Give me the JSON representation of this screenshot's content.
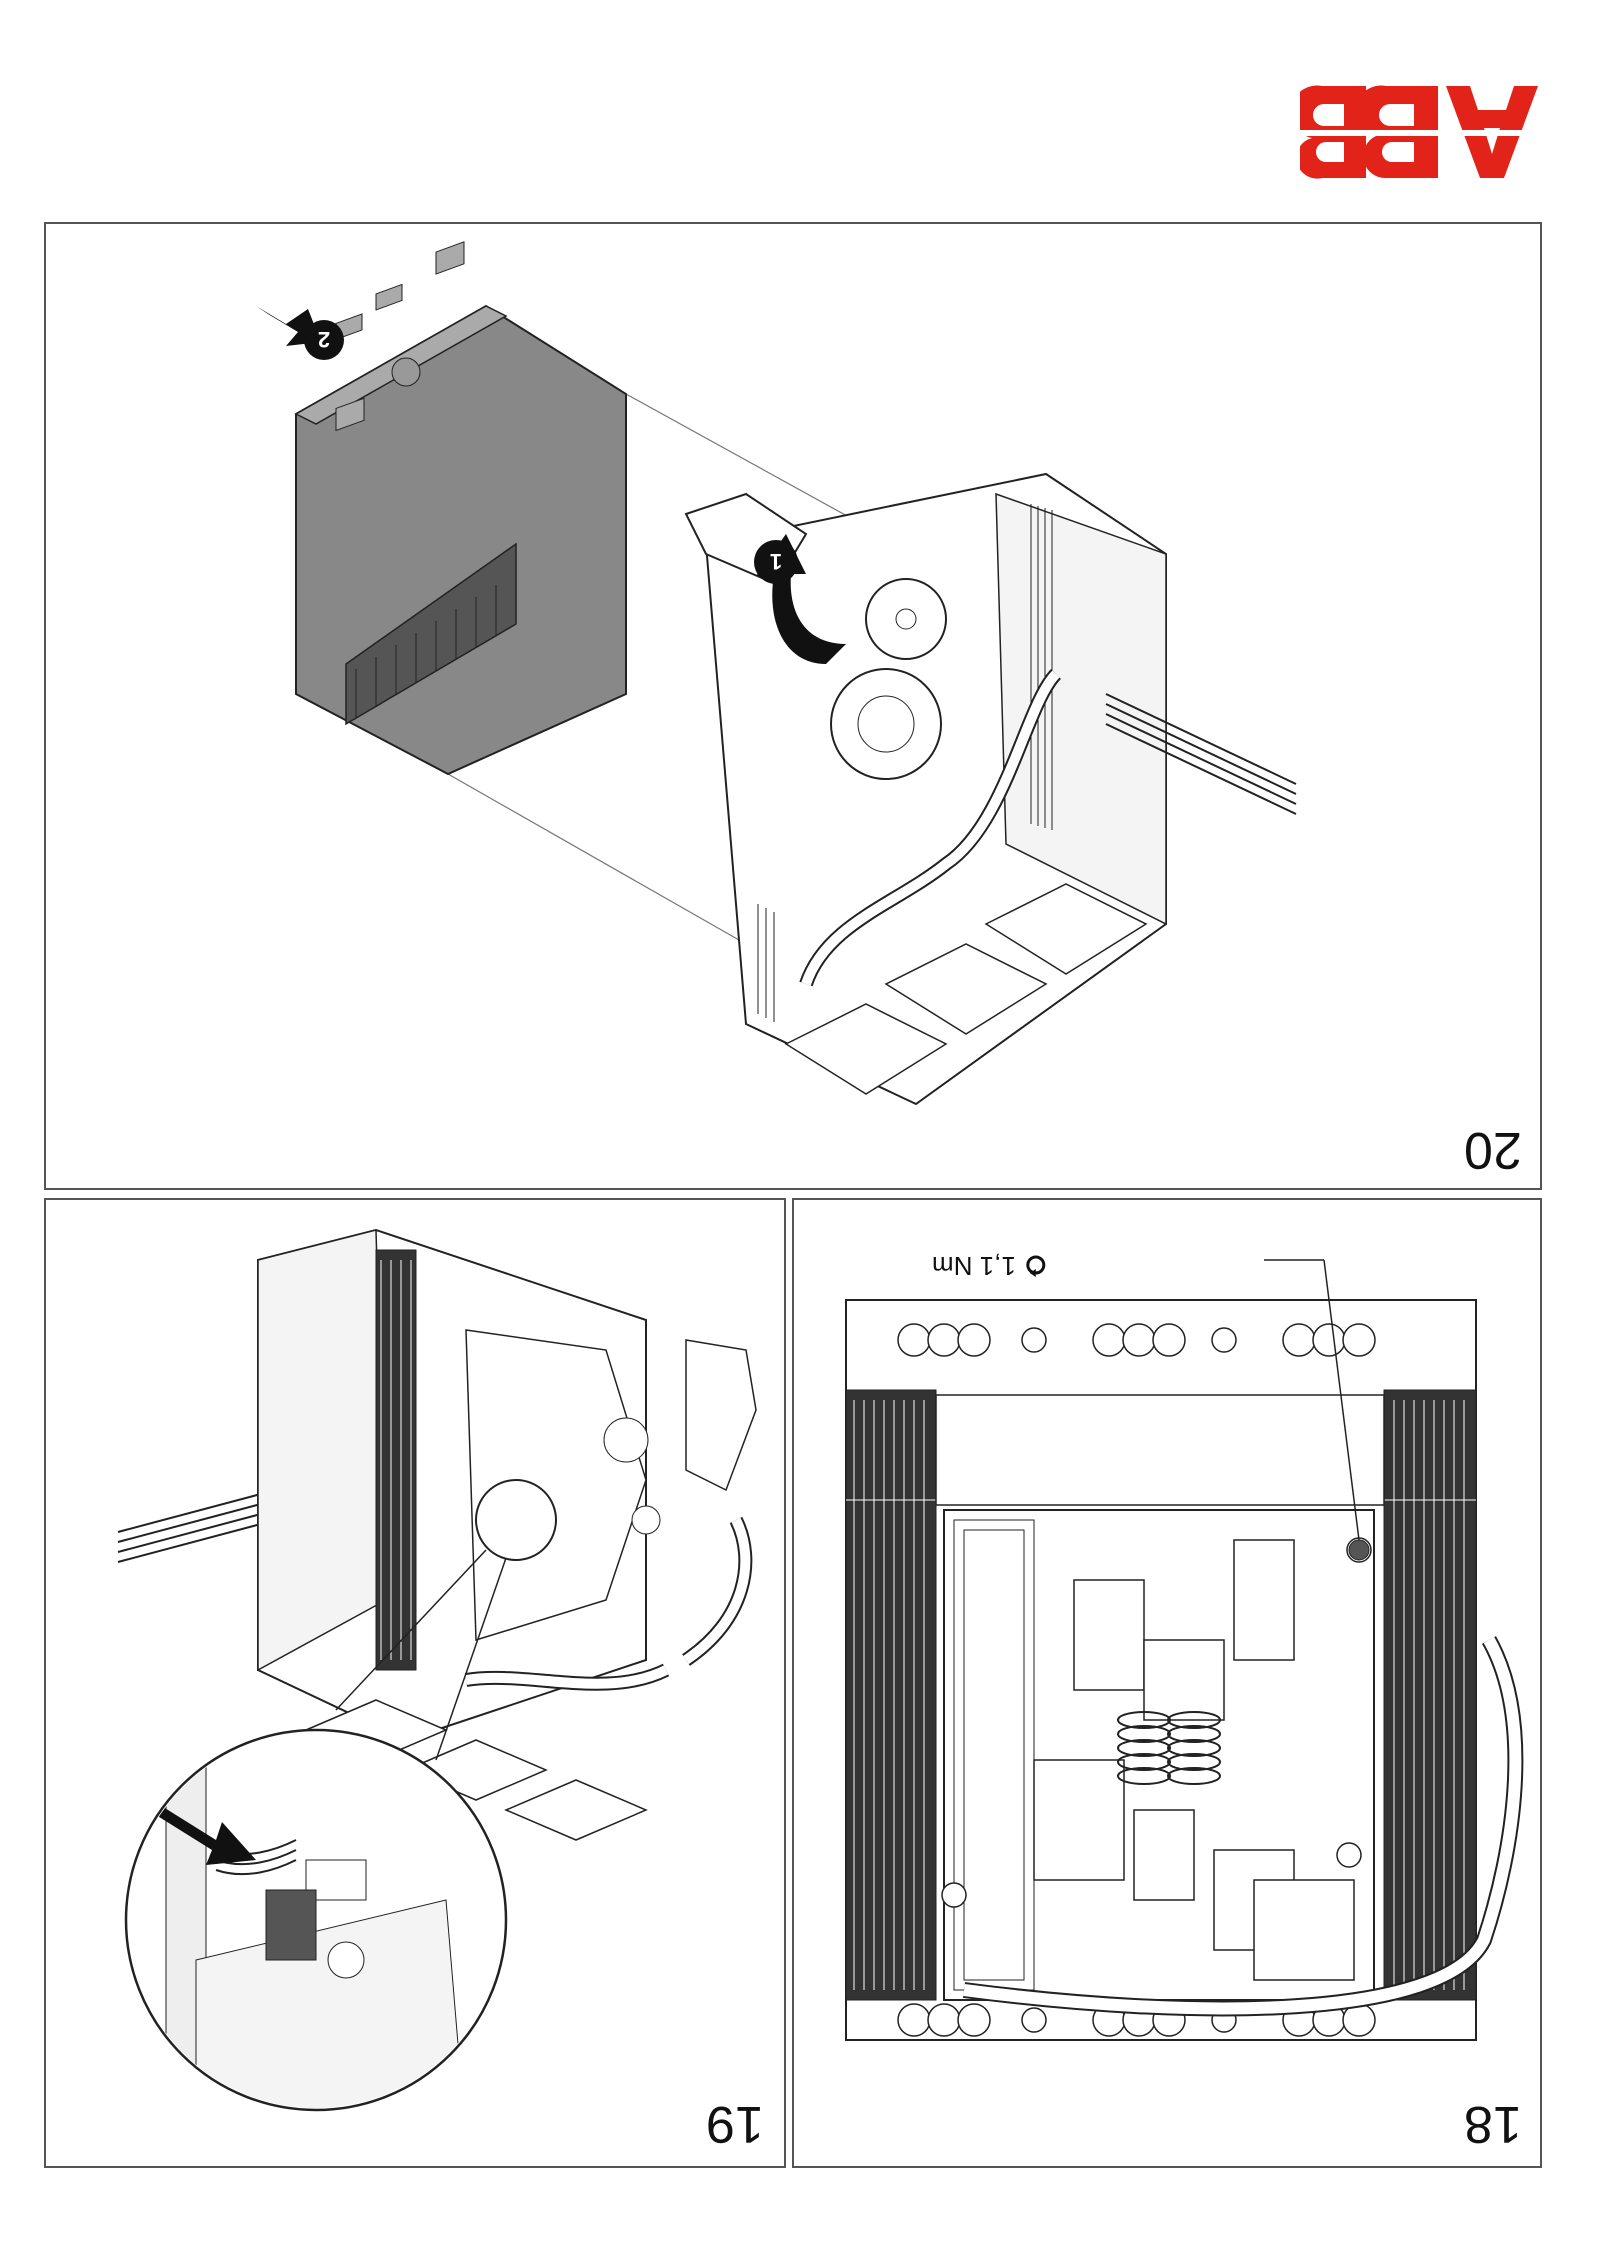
{
  "brand": {
    "logo_text": "ABB",
    "logo_color": "#e2231a"
  },
  "steps": [
    {
      "number": "20",
      "callouts": [
        "1",
        "2"
      ]
    },
    {
      "number": "19"
    },
    {
      "number": "18",
      "torque_label": "1,1 Nm"
    }
  ]
}
